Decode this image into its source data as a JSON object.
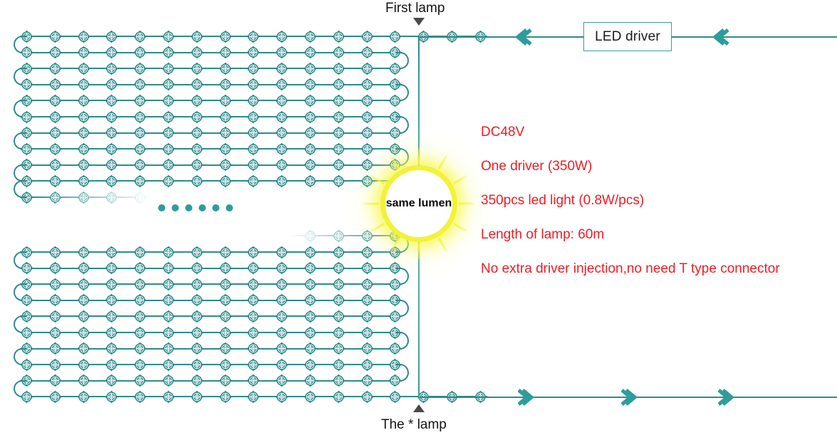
{
  "diagram": {
    "title_labels": {
      "first_lamp": "First lamp",
      "last_lamp": "The * lamp",
      "sun_label": "same lumen"
    },
    "led_driver": {
      "label": "LED driver"
    },
    "specs": [
      "DC48V",
      "One driver (350W)",
      "350pcs led light (0.8W/pcs)",
      "Length of lamp: 60m",
      "No extra driver injection,no need T type connector"
    ],
    "colors": {
      "lamp_teal": "#2e8b8b",
      "accent_teal": "#2e9c9c",
      "spec_red": "#ee1c24",
      "sun_yellow": "#f2f23a",
      "marker_gray": "#4a4a4a",
      "driver_border": "#3a9e9e"
    },
    "top_block": {
      "rows": 10,
      "lamps_per_row": 14,
      "serpentine": true
    },
    "bottom_block": {
      "rows": 10,
      "lamps_per_row": 14,
      "serpentine": true
    },
    "ellipsis_dots": 6,
    "icons": {
      "lamp": "led-lamp-node-icon",
      "top_arrow": "chevron-left-icon",
      "bottom_arrow": "chevron-right-icon",
      "first_marker": "triangle-down-marker-icon",
      "last_marker": "triangle-up-marker-icon",
      "sun": "sun-glow-icon"
    },
    "arrows": {
      "top_count": 2,
      "top_direction": "left",
      "bottom_count": 3,
      "bottom_direction": "right"
    }
  }
}
